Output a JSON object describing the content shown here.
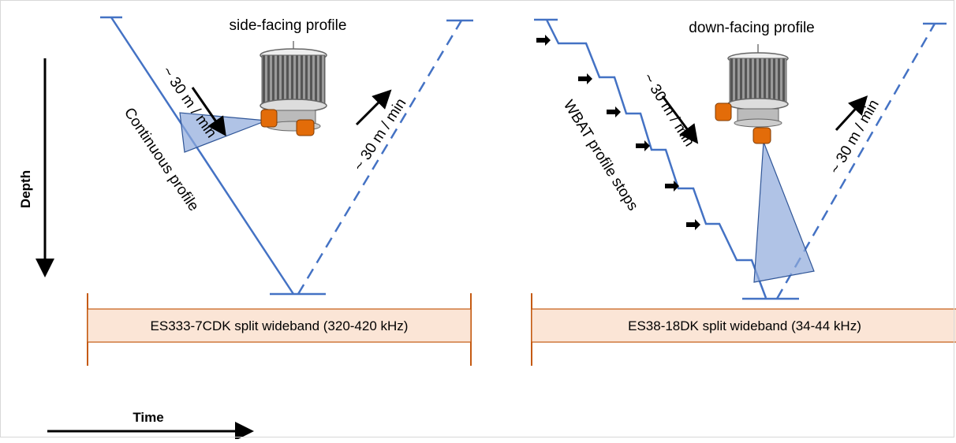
{
  "left_panel": {
    "title": "side-facing profile",
    "descent_speed_label": "~ 30 m / min",
    "profile_label": "Continuous profile",
    "ascent_speed_label": "~ 30 m / min",
    "band_label": "ES333-7CDK split wideband (320-420 kHz)"
  },
  "right_panel": {
    "title": "down-facing profile",
    "descent_speed_label": "~ 30 m / min",
    "profile_label": "WBAT profile stops",
    "ascent_speed_label": "~ 30 m / min",
    "band_label": "ES38-18DK split wideband (34-44 kHz)"
  },
  "axes": {
    "depth_label": "Depth",
    "time_label": "Time"
  },
  "colors": {
    "profile_line": "#4472c4",
    "beam_fill": "#8fa9dc",
    "band_fill": "#fbe5d6",
    "band_border": "#c55a11"
  },
  "icons": {
    "instrument": "probe-frame-icon",
    "transducer": "transducer-icon"
  }
}
